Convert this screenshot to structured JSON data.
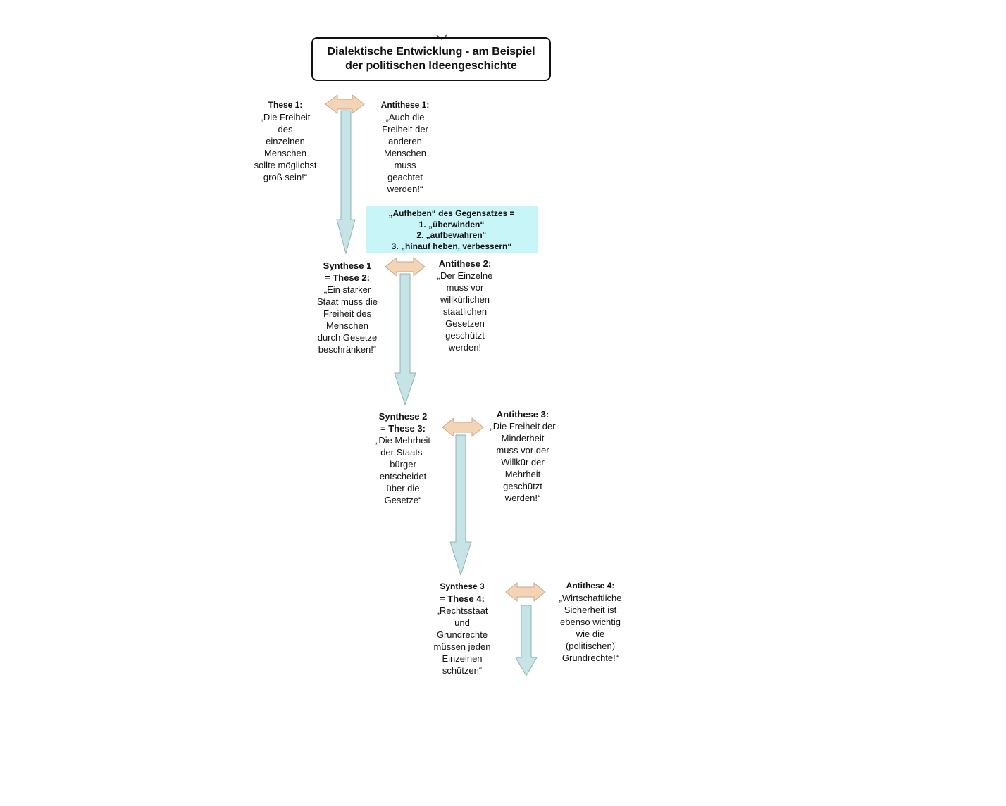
{
  "title": {
    "lines": [
      "Dialektische Entwicklung - am Beispiel",
      "der politischen Ideengeschichte"
    ]
  },
  "colors": {
    "double_arrow_fill": "#f3d4b6",
    "double_arrow_stroke": "#c9a88a",
    "down_arrow_fill": "#c6e3e6",
    "down_arrow_stroke": "#8fb3b8",
    "banner_fill": "#c8f5f8"
  },
  "nodes": {
    "these1": {
      "head": "These 1:",
      "lines": [
        "„Die Freiheit",
        "des",
        "einzelnen",
        "Menschen",
        "sollte möglichst",
        "groß sein!“"
      ]
    },
    "antithese1": {
      "head": "Antithese 1:",
      "lines": [
        "„Auch die",
        "Freiheit der",
        "anderen",
        "Menschen",
        "muss",
        "geachtet",
        "werden!“"
      ]
    },
    "synthese1": {
      "head1": "Synthese 1",
      "head2": "= These 2:",
      "lines": [
        "„Ein starker",
        "Staat muss die",
        "Freiheit des",
        "Menschen",
        "durch Gesetze",
        "beschränken!“"
      ]
    },
    "antithese2": {
      "head": "Antithese 2:",
      "lines": [
        "„Der Einzelne",
        "muss vor",
        "willkürlichen",
        "staatlichen",
        "Gesetzen",
        "geschützt",
        "werden!"
      ]
    },
    "synthese2": {
      "head1": "Synthese 2",
      "head2": "= These 3:",
      "lines": [
        "„Die Mehrheit",
        "der Staats-",
        "bürger",
        "entscheidet",
        "über die",
        "Gesetze“"
      ]
    },
    "antithese3": {
      "head": "Antithese 3:",
      "lines": [
        "„Die Freiheit der",
        "Minderheit",
        "muss vor der",
        "Willkür der",
        "Mehrheit",
        "geschützt",
        "werden!“"
      ]
    },
    "synthese3": {
      "head1": "Synthese 3",
      "head2": "= These 4:",
      "lines": [
        "„Rechtsstaat",
        "und",
        "Grundrechte",
        "müssen jeden",
        "Einzelnen",
        "schützen“"
      ]
    },
    "antithese4": {
      "head": "Antithese 4:",
      "lines": [
        "„Wirtschaftliche",
        "Sicherheit ist",
        "ebenso wichtig",
        "wie die",
        "(politischen)",
        "Grundrechte!“"
      ]
    }
  },
  "banner": {
    "lines": [
      "„Aufheben“ des Gegensatzes =",
      "1. „überwinden“",
      "2. „aufbewahren“",
      "3. „hinauf heben, verbessern“"
    ]
  }
}
